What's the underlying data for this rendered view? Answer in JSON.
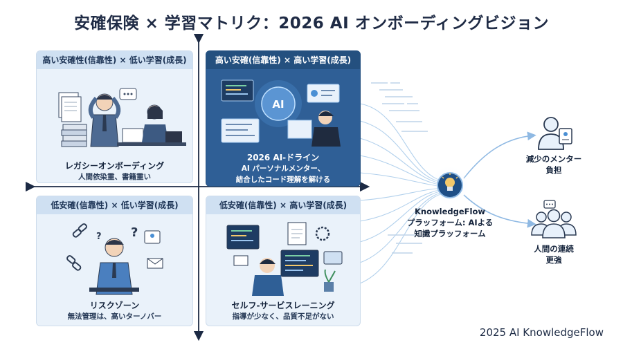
{
  "title": "安確保険 × 学習マトリク：2026 AI オンボーディングビジョン",
  "quadrants": {
    "top_left": {
      "header": "高い安確性(信靠性) × 低い学習(成長)",
      "caption_main": "レガシーオンボーディング",
      "caption_sub": "人間依染重、書籍重い"
    },
    "top_right": {
      "header": "高い安確(信靠性) × 高い学習(成長)",
      "caption_lines": [
        "2026 AI-ドライン",
        "AI パーソナルメンター、",
        "結合したコード理解を解ける"
      ]
    },
    "bottom_left": {
      "header": "低安確(信靠性) × 低い学習(成長)",
      "caption_main": "リスクゾーン",
      "caption_sub": "無法管理は、高いターノバー"
    },
    "bottom_right": {
      "header": "低安確(信靠性) × 高い学習(成長)",
      "caption_main": "セルフ-サービスレーニング",
      "caption_sub": "指導が少なく、品質不足がない"
    }
  },
  "platform": {
    "lines": [
      "KnowledgeFlow",
      "プラッフォーム: AIよる",
      "知識プラッフォーム"
    ]
  },
  "outcomes": [
    {
      "lines": [
        "減少のメンター",
        "負担"
      ]
    },
    {
      "lines": [
        "人間の連続",
        "更強"
      ]
    }
  ],
  "footer": "2025 AI KnowledgeFlow",
  "colors": {
    "highlight": "#2f5f96",
    "panel": "#eaf2fa",
    "accent": "#4a8fd4"
  }
}
